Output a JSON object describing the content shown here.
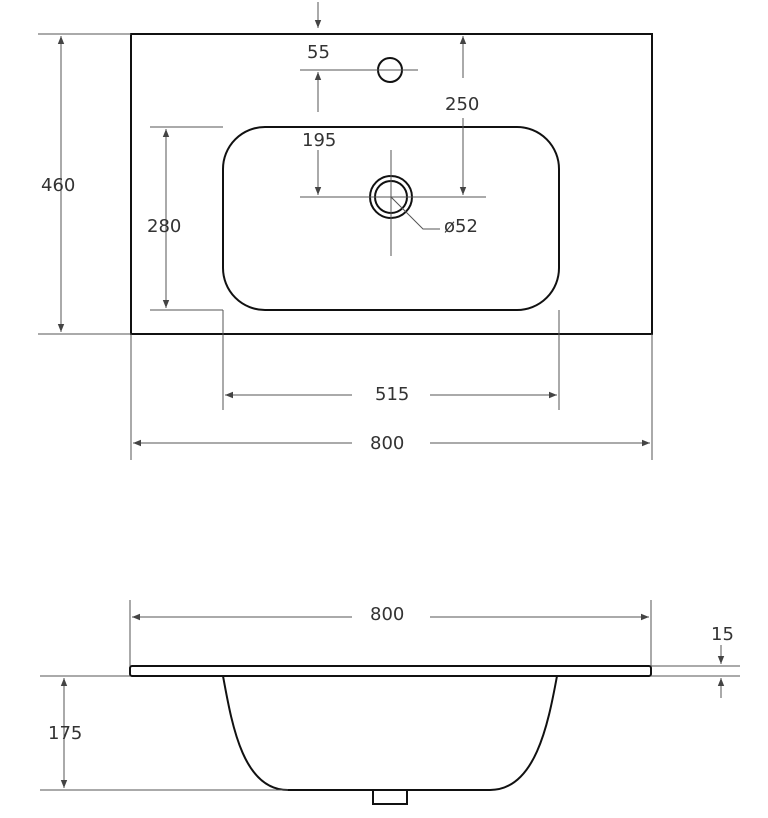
{
  "top_view": {
    "overall_width": "800",
    "overall_depth": "460",
    "bowl_width": "515",
    "bowl_depth": "280",
    "tap_hole_offset": "55",
    "drain_offset": "195",
    "drain_from_back": "250",
    "drain_diameter": "ø52"
  },
  "side_view": {
    "overall_width": "800",
    "slab_thickness": "15",
    "bowl_height": "175"
  },
  "colors": {
    "outline": "#111111",
    "dimension": "#555555",
    "text": "#333333"
  }
}
